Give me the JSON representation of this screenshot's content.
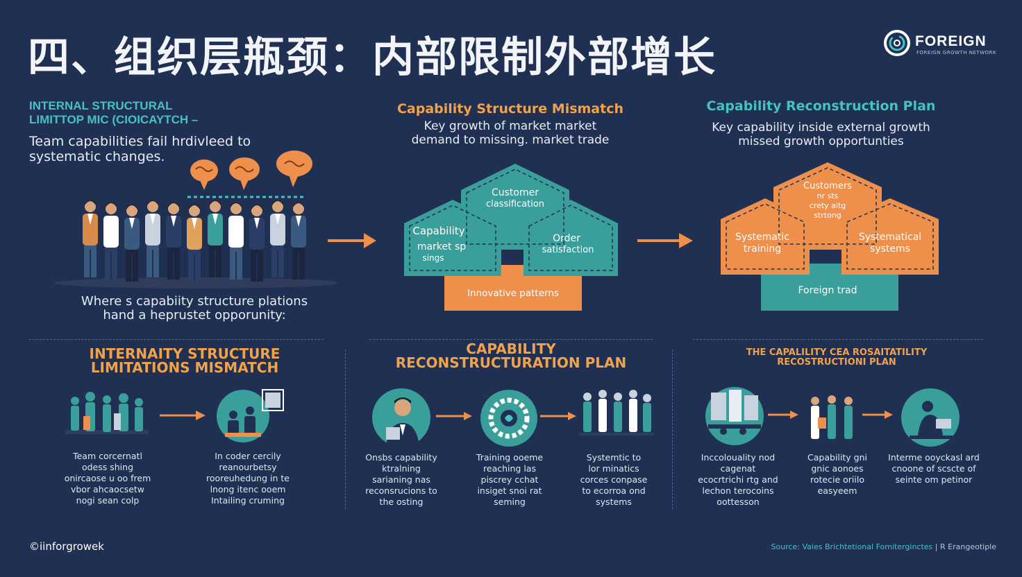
{
  "title": "四、组织层瓶颈：内部限制外部增长",
  "logo": {
    "word": "FOREIGN",
    "tagline": "FOREIGN GROWTH NETWORK"
  },
  "colors": {
    "background": "#1f3052",
    "teal": "#46c2c6",
    "orange": "#f2a24a",
    "house_teal": "#3a9e9a",
    "house_orange": "#ee8f4b"
  },
  "section_internal": {
    "title_lines": [
      "INTERNAL STRUCTURAL",
      "LIMITTOP MIC (CIOICAYTCH –"
    ],
    "subtitle_lines": [
      "Team capabilities  fail hrdivleed to",
      "systematic changes."
    ],
    "caption_lines": [
      "Where s capabiity structure plations",
      "hand a heprustet opporunity:"
    ]
  },
  "section_mismatch": {
    "title": "Capability Structure Mismatch",
    "subtitle_lines": [
      "Key growth of market market",
      "demand to missing. market trade"
    ],
    "house": {
      "top": [
        "Customer",
        "classification"
      ],
      "left": [
        "Capability",
        "market sp",
        "sings"
      ],
      "right": [
        "Order",
        "satisfaction"
      ],
      "base": "Innovative patterns"
    }
  },
  "section_plan": {
    "title": "Capability Reconstruction Plan",
    "subtitle_lines": [
      "Key capability inside external growth",
      "missed growth opportunties"
    ],
    "house": {
      "top": [
        "Customers",
        "nr sts",
        "crety aitg",
        "strtong"
      ],
      "left": [
        "Systematic",
        "training"
      ],
      "right": [
        "Systematical",
        "systems"
      ],
      "base": "Foreign trad"
    }
  },
  "bottom": {
    "panel1": {
      "title_lines": [
        "INTERNAITY STRUCTURE",
        "LIMITATIONS MISMATCH"
      ],
      "step1": [
        "Team corcernatl",
        "odess shing",
        "onircaose u oo frem",
        "vbor ahcaocsetw",
        "nogi sean colp"
      ],
      "step2": [
        "In coder cercily",
        "reanourbetsy",
        "rooreuhedung in te",
        "lnong itenc ooem",
        "Intailing cruming"
      ]
    },
    "panel2": {
      "title_lines": [
        "CAPABILITY",
        "RECONSTRUCTURATION PLAN"
      ],
      "step1": [
        "Onsbs capability",
        "ktralning",
        "sarianing nas",
        "reconsrucions to",
        "the osting"
      ],
      "step2": [
        "Training ooeme",
        "reaching las",
        "piscrey cchat",
        "insiget snoi rat",
        "seming"
      ],
      "step3": [
        "Systemtic to",
        "lor minatics",
        "corces conpase",
        "to ecorroa ond",
        "systems"
      ]
    },
    "panel3": {
      "title_lines": [
        "THE CAPALILITY CEA ROSAITATILITY",
        "RECOSTRUCTIONI  PLAN"
      ],
      "step1": [
        "Inccolouality nod",
        "cagenat",
        "ecocrtrichi rtg and",
        "lechon terocoins",
        "oottesson"
      ],
      "step2": [
        "Capability gni",
        "gnic aonoes",
        "rotecie oriilo",
        "easyeem"
      ],
      "step3": [
        "Interme ooyckasl ard",
        "cnoone of scscte of",
        "seinte om petinor"
      ]
    }
  },
  "footer": {
    "left": "©iinforgrowek",
    "right_source": "Source: Vaies Brichtetional Fomiterginctes",
    "right_sep": "|",
    "right_credit": "R Erangeotiple"
  }
}
